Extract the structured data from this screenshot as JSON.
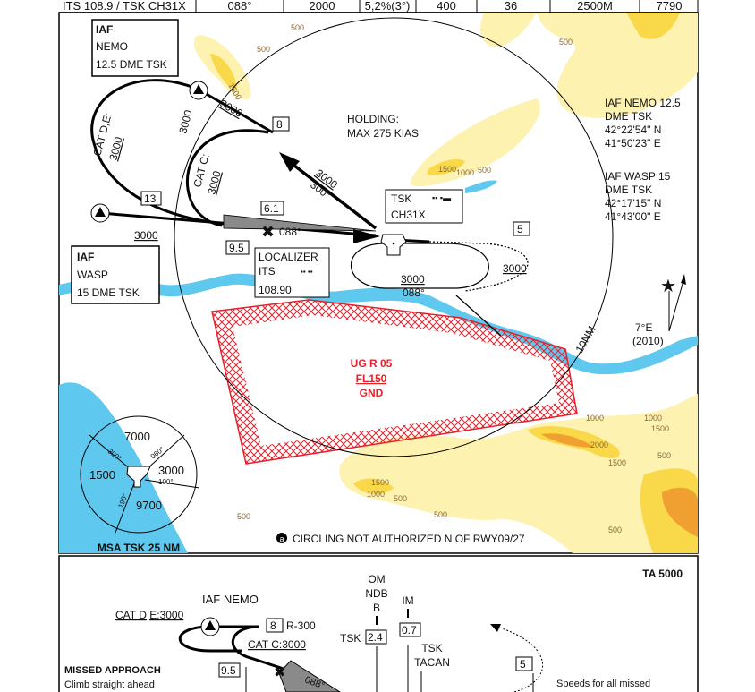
{
  "header_row": [
    "ITS 108.9 / TSK CH31X",
    "088°",
    "2000",
    "5,2%(3°)",
    "400",
    "36",
    "2500M",
    "7790"
  ],
  "plan": {
    "iaf_nemo_box": [
      "IAF",
      "NEMO",
      "12.5 DME TSK"
    ],
    "iaf_wasp_box": [
      "IAF",
      "WASP",
      "15 DME TSK"
    ],
    "holding": [
      "HOLDING:",
      "MAX 275 KIAS"
    ],
    "nemo_info": [
      "IAF NEMO 12.5",
      "DME TSK",
      "42°22'54\" N",
      "41°50'23\" E"
    ],
    "wasp_info": [
      "IAF WASP 15",
      "DME TSK",
      "42°17'15\" N",
      "41°43'00\" E"
    ],
    "tsk_box": [
      "TSK",
      "CH31X"
    ],
    "localizer_box": [
      "LOCALIZER",
      "ITS",
      "108.90"
    ],
    "cat_de": "CAT D,E:",
    "cat_de_alt": "3000",
    "cat_c": "CAT C:",
    "cat_c_alt": "3000",
    "leg_3000_a": "3000",
    "leg_3000_b": "3000",
    "leg_300": "300°",
    "leg_wasp_alt": "3000",
    "dme_8": "8",
    "dme_13": "13",
    "dme_6_1": "6.1",
    "dme_9_5": "9.5",
    "dme_5": "5",
    "loc_course": "088°",
    "hold_alt": "3000",
    "hold_course": "088°",
    "hold_leg_alt": "3000",
    "ring_label": "10NM",
    "restricted": [
      "UG R 05",
      "FL150",
      "GND"
    ],
    "variation": [
      "7°E",
      "(2010)"
    ],
    "contours": [
      "500",
      "500",
      "1500",
      "500",
      "1500",
      "1000",
      "500",
      "1000",
      "1500",
      "1000",
      "2000",
      "1500",
      "500",
      "1500",
      "1000",
      "500",
      "500",
      "500",
      "500"
    ],
    "circling_note": "CIRCLING NOT AUTHORIZED N OF RWY09/27",
    "circling_note_symbol": "a",
    "msa": {
      "title": "MSA TSK 25 NM",
      "sectors": [
        "7000",
        "1500",
        "3000",
        "9700"
      ],
      "bearings": [
        "300°",
        "060°",
        "100°",
        "190°"
      ]
    }
  },
  "profile": {
    "ta": "TA 5000",
    "iaf_nemo": "IAF NEMO",
    "cat_de": "CAT D,E:3000",
    "cat_c": "CAT C:3000",
    "dme_8": "8",
    "radial": "R-300",
    "om": [
      "OM",
      "NDB",
      "B"
    ],
    "im": "IM",
    "tsk": "TSK",
    "dme_2_4": "2.4",
    "dme_0_7": "0.7",
    "tacan": [
      "TSK",
      "TACAN"
    ],
    "dme_5": "5",
    "dme_9_5": "9.5",
    "course": "088°",
    "missed_title": "MISSED APPROACH",
    "missed_text": "Climb straight ahead",
    "speeds_note": "Speeds for all missed"
  },
  "colors": {
    "water": "#5ec8ef",
    "terrain_light": "#fdf2b0",
    "terrain_mid": "#f9d84a",
    "terrain_dark": "#f0a030",
    "restricted": "#e8202a"
  }
}
